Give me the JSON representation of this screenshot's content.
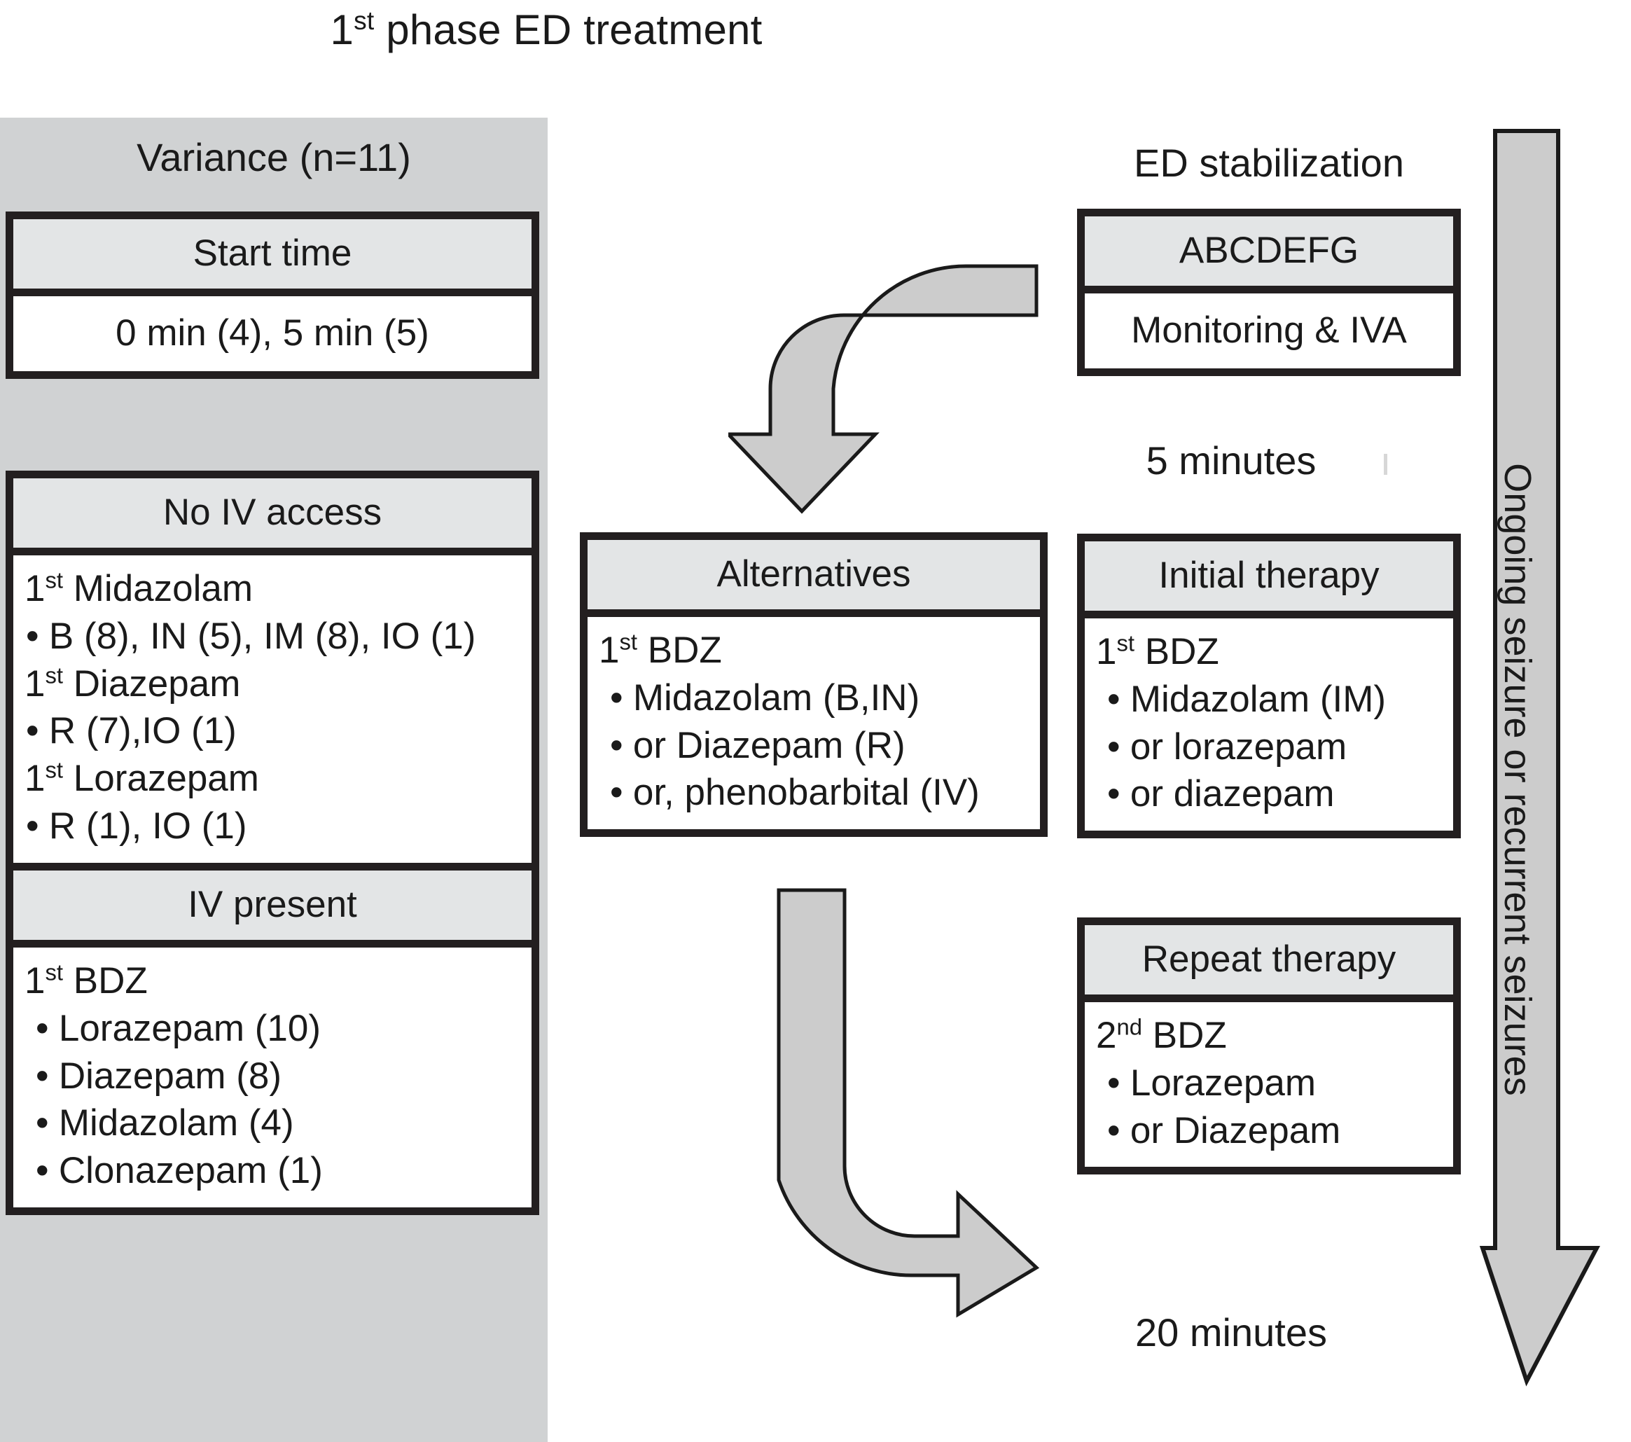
{
  "title": {
    "prefix": "1",
    "sup": "st",
    "rest": " phase ED treatment"
  },
  "variance": {
    "heading": "Variance (n=11)",
    "start_time": {
      "header": "Start time",
      "value": "0 min (4), 5 min (5)"
    },
    "no_iv_access": {
      "header": "No IV access",
      "lines": [
        {
          "text": "1st Midazolam",
          "bullet": false,
          "sup": "st",
          "sup_after": "1"
        },
        {
          "text": "B (8), IN (5), IM (8), IO (1)",
          "bullet": true
        },
        {
          "text": "1st Diazepam",
          "bullet": false,
          "sup": "st",
          "sup_after": "1"
        },
        {
          "text": "R (7),IO (1)",
          "bullet": true
        },
        {
          "text": "1st Lorazepam",
          "bullet": false,
          "sup": "st",
          "sup_after": "1"
        },
        {
          "text": "R (1), IO (1)",
          "bullet": true
        }
      ]
    },
    "iv_present": {
      "header": "IV present",
      "bdz_label_num": "1",
      "bdz_label_sup": "st",
      "bdz_label_rest": " BDZ",
      "items": [
        "Lorazepam (10)",
        "Diazepam (8)",
        "Midazolam (4)",
        "Clonazepam (1)"
      ]
    }
  },
  "alternatives": {
    "header": "Alternatives",
    "bdz_label_num": "1",
    "bdz_label_sup": "st",
    "bdz_label_rest": " BDZ",
    "items": [
      "Midazolam (B,IN)",
      "or Diazepam (R)",
      "or, phenobarbital (IV)"
    ]
  },
  "ed_stabilization": {
    "label": "ED stabilization",
    "header": "ABCDEFG",
    "body": "Monitoring & IVA"
  },
  "initial_therapy": {
    "header": "Initial therapy",
    "bdz_label_num": "1",
    "bdz_label_sup": "st",
    "bdz_label_rest": " BDZ",
    "items": [
      "Midazolam (IM)",
      "or lorazepam",
      "or diazepam"
    ]
  },
  "repeat_therapy": {
    "header": "Repeat therapy",
    "bdz_label_num": "2",
    "bdz_label_sup": "nd",
    "bdz_label_rest": " BDZ",
    "items": [
      "Lorazepam",
      "or Diazepam"
    ]
  },
  "timings": {
    "first": "5 minutes",
    "second": "20 minutes"
  },
  "side_arrow": {
    "label": "Ongoing seizure or recurrent seizures"
  },
  "colors": {
    "panel_gray": "#d0d2d3",
    "header_gray": "#e3e5e6",
    "border_black": "#231f20",
    "arrow_fill": "#cccccc",
    "text": "#1a1a1a"
  }
}
